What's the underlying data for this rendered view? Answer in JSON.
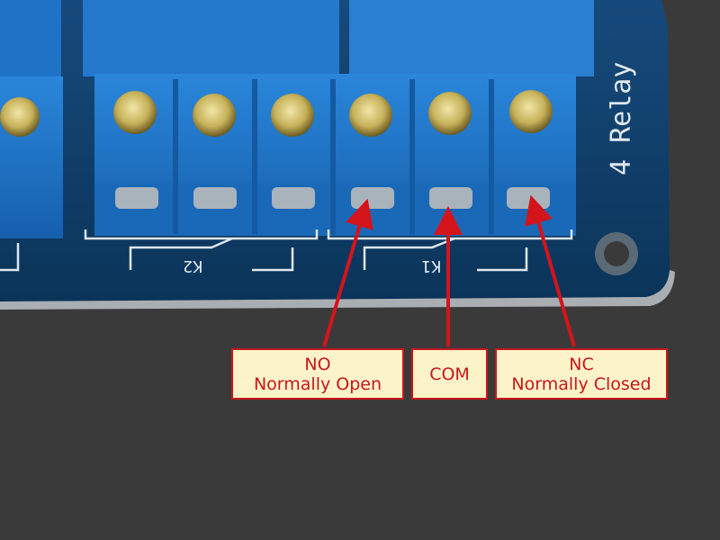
{
  "board": {
    "side_label": "4 Relay",
    "relay_labels": [
      "K2",
      "K1"
    ]
  },
  "callouts": {
    "no": {
      "line1": "NO",
      "line2": "Normally Open"
    },
    "com": {
      "line1": "COM"
    },
    "nc": {
      "line1": "NC",
      "line2": "Normally Closed"
    }
  },
  "colors": {
    "background": "#3b3a3b",
    "pcb": "#0f3f6e",
    "terminal_blue": "#1f76c9",
    "callout_fill": "#fdf3c9",
    "callout_accent": "#c8161d",
    "silkscreen": "#dfe7ef"
  }
}
